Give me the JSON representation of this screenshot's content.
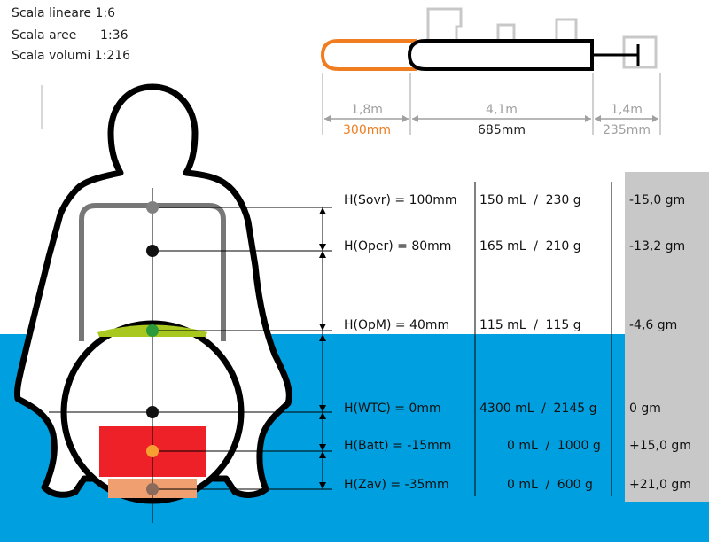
{
  "scales": {
    "linear": "Scala lineare 1:6",
    "area": "Scala aree      1:36",
    "volume": "Scala volumi 1:216"
  },
  "dimensions": [
    {
      "full_scale": "1,8m",
      "model": "300mm",
      "color": "#f07d20"
    },
    {
      "full_scale": "4,1m",
      "model": "685mm",
      "color": "#222222"
    },
    {
      "full_scale": "1,4m",
      "model": "235mm",
      "color": "#a0a0a0"
    }
  ],
  "rows": [
    {
      "label": "H(Sovr) = 100mm",
      "volume": "150 mL",
      "weight": "230 g",
      "moment": "-15,0 gm",
      "dot_color": "#808080"
    },
    {
      "label": "H(Oper) = 80mm",
      "volume": "165 mL",
      "weight": "210 g",
      "moment": "-13,2 gm",
      "dot_color": "#111111"
    },
    {
      "label": "H(OpM) = 40mm",
      "volume": "115 mL",
      "weight": "115 g",
      "moment": "-4,6 gm",
      "dot_color": "#2a9a3a"
    },
    {
      "label": "H(WTC) = 0mm",
      "volume": "4300 mL",
      "weight": "2145 g",
      "moment": "0 gm",
      "dot_color": "#111111"
    },
    {
      "label": "H(Batt) = -15mm",
      "volume": "0 mL",
      "weight": "1000 g",
      "moment": "+15,0 gm",
      "dot_color": "#f5a030"
    },
    {
      "label": "H(Zav) = -35mm",
      "volume": "0 mL",
      "weight": "600 g",
      "moment": "+21,0 gm",
      "dot_color": "#8a6a5a"
    }
  ],
  "colors": {
    "water": "#00a0e0",
    "moment_column": "#c8c8c8",
    "battery": "#ee2028",
    "ballast": "#f0a070",
    "operator_zone": "#a8c820",
    "nose_outline": "#f07d20"
  },
  "separator": "/"
}
